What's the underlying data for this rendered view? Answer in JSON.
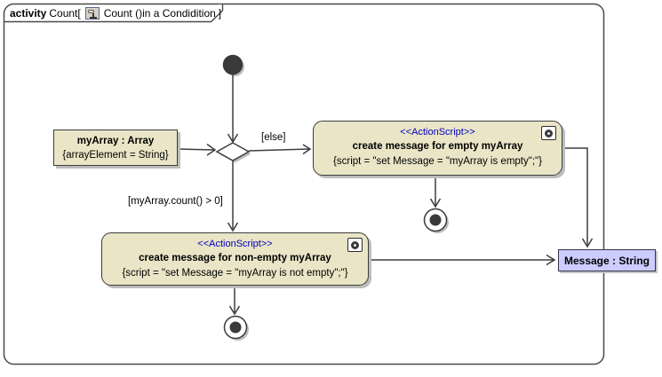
{
  "frame": {
    "keyword": "activity",
    "name_with_bracket": "Count[",
    "diagram_icon": "activity-diagram-icon",
    "diagram_name": "Count ()in a Condidition",
    "closing_bracket": "]"
  },
  "nodes": {
    "myarray_object": {
      "name": "myArray : Array",
      "constraint": "{arrayElement = String}"
    },
    "action_empty": {
      "stereotype": "<<ActionScript>>",
      "name": "create message for empty myArray",
      "script": "{script = \"set Message = \"myArray is empty\";\"}"
    },
    "action_nonempty": {
      "stereotype": "<<ActionScript>>",
      "name": "create message for non-empty myArray",
      "script": "{script = \"set Message = \"myArray is not empty\";\"}"
    },
    "message_object": {
      "name": "Message : String"
    }
  },
  "edges": {
    "else_guard": "[else]",
    "count_guard": "[myArray.count() > 0]"
  },
  "colors": {
    "action_fill": "#e9e5c6",
    "action_border": "#3d3d3d",
    "message_fill": "#ccccff",
    "stereotype_text": "#0000bb",
    "line": "#3d3d3d",
    "shadow": "#bdbdbd",
    "frame_border": "#4a4a4a"
  }
}
